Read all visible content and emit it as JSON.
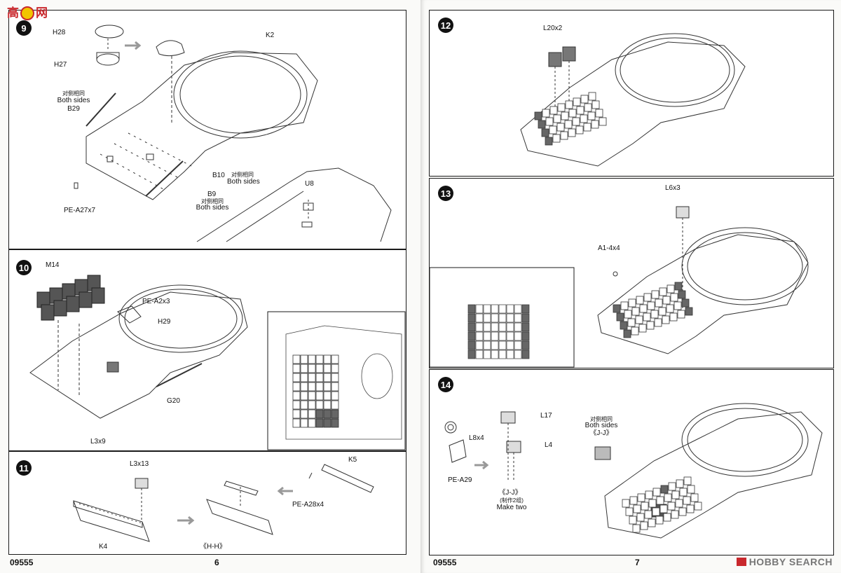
{
  "watermark": {
    "chars": [
      "高",
      "网"
    ]
  },
  "left_page": {
    "number": "6",
    "code": "09555",
    "step9": {
      "badge": "9",
      "labels": {
        "h28": "H28",
        "h27": "H27",
        "k2": "K2",
        "b29_cn": "对侧相同",
        "b29_en": "Both sides",
        "b29": "B29",
        "b10": "B10",
        "b10_cn": "对侧相同",
        "b10_en": "Both sides",
        "b9": "B9",
        "b9_cn": "对侧相同",
        "b9_en": "Both sides",
        "pe_a27": "PE-A27x7",
        "u8": "U8"
      }
    },
    "step10": {
      "badge": "10",
      "labels": {
        "m14": "M14",
        "pe_a2": "PE-A2x3",
        "h29": "H29",
        "g20": "G20",
        "l3x9": "L3x9"
      }
    },
    "step11": {
      "badge": "11",
      "labels": {
        "l3x13": "L3x13",
        "k5": "K5",
        "pe_a28": "PE-A28x4",
        "k4": "K4",
        "hh": "《H-H》"
      }
    }
  },
  "right_page": {
    "number": "7",
    "code": "09555",
    "step12": {
      "badge": "12",
      "labels": {
        "l20": "L20x2"
      }
    },
    "step13": {
      "badge": "13",
      "labels": {
        "l6": "L6x3",
        "a1": "A1-4x4"
      }
    },
    "step14": {
      "badge": "14",
      "labels": {
        "l8": "L8x4",
        "l17": "L17",
        "l4": "L4",
        "pe_a29": "PE-A29",
        "jj_top_cn": "对侧相同",
        "jj_top_en": "Both sides",
        "jj_top": "《J-J》",
        "jj_mid": "《J-J》",
        "make_cn": "(制作2组)",
        "make_en": "Make two"
      }
    }
  },
  "brand": {
    "text": "HOBBY SEARCH"
  }
}
